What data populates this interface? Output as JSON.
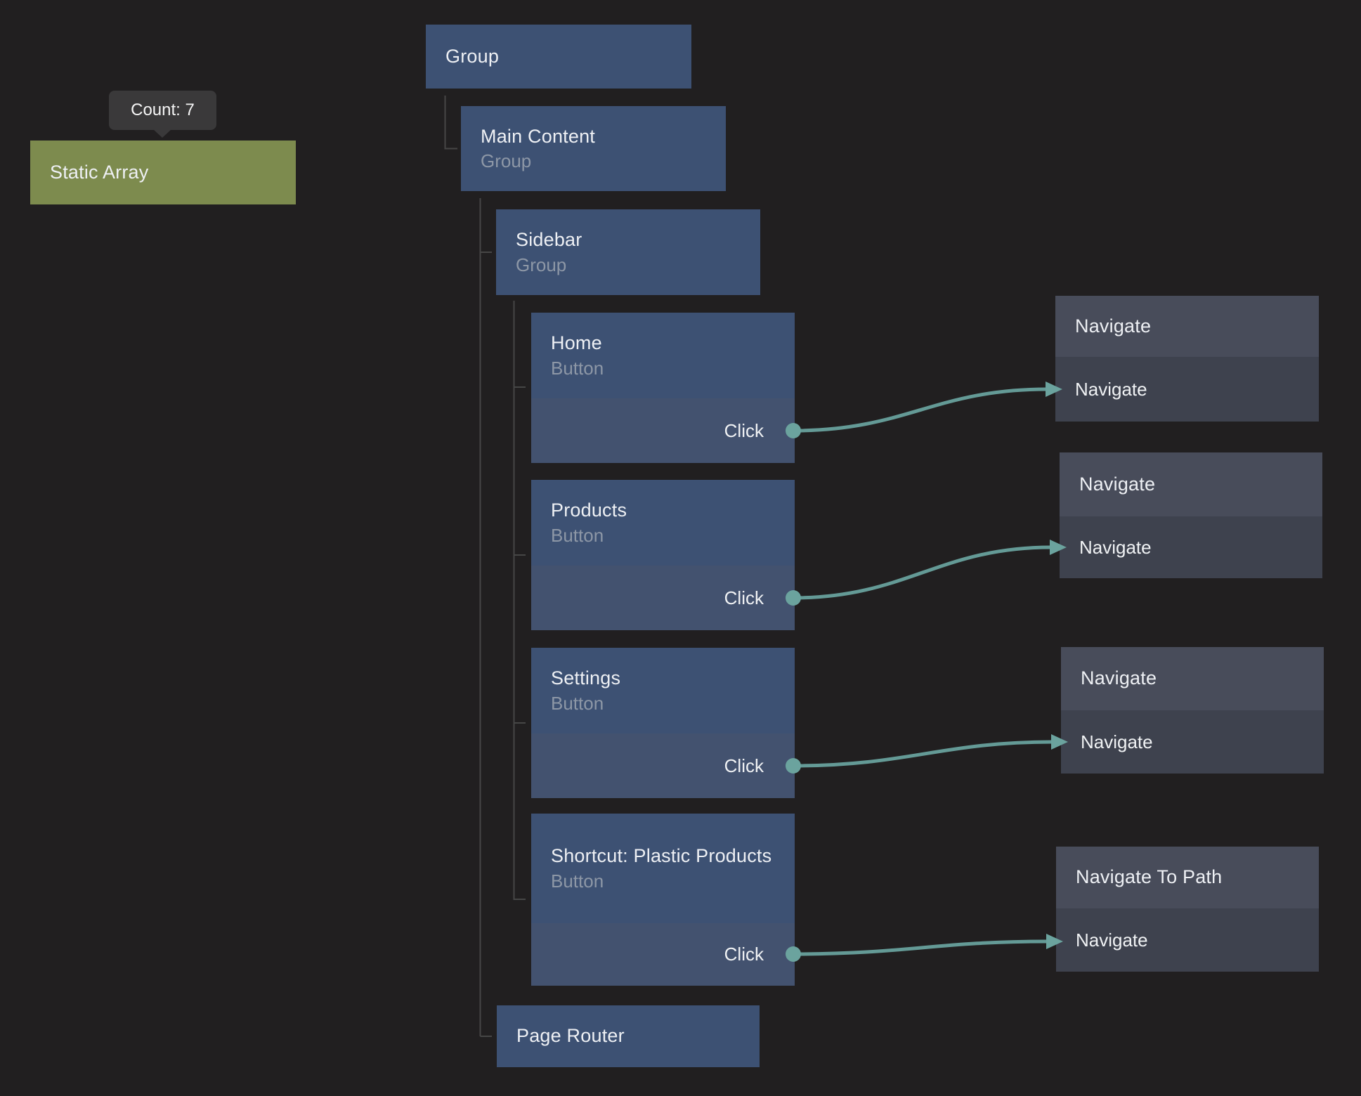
{
  "app": {
    "view": "component-tree-node-graph"
  },
  "tooltip": {
    "text": "Count: 7"
  },
  "nodes": {
    "static_array": {
      "title": "Static Array"
    },
    "group": {
      "title": "Group"
    },
    "main_content": {
      "title": "Main Content",
      "subtitle": "Group"
    },
    "sidebar": {
      "title": "Sidebar",
      "subtitle": "Group"
    },
    "home": {
      "title": "Home",
      "subtitle": "Button",
      "output_port": "Click"
    },
    "products": {
      "title": "Products",
      "subtitle": "Button",
      "output_port": "Click"
    },
    "settings": {
      "title": "Settings",
      "subtitle": "Button",
      "output_port": "Click"
    },
    "shortcut": {
      "title": "Shortcut: Plastic Products",
      "subtitle": "Button",
      "output_port": "Click"
    },
    "page_router": {
      "title": "Page Router"
    },
    "navigate_1": {
      "title": "Navigate",
      "input_port": "Navigate"
    },
    "navigate_2": {
      "title": "Navigate",
      "input_port": "Navigate"
    },
    "navigate_3": {
      "title": "Navigate",
      "input_port": "Navigate"
    },
    "navigate_to_path": {
      "title": "Navigate To Path",
      "input_port": "Navigate"
    }
  },
  "connections": [
    {
      "from": "Home.Click",
      "to": "Navigate.Navigate"
    },
    {
      "from": "Products.Click",
      "to": "Navigate.Navigate"
    },
    {
      "from": "Settings.Click",
      "to": "Navigate.Navigate"
    },
    {
      "from": "Shortcut: Plastic Products.Click",
      "to": "Navigate To Path.Navigate"
    }
  ],
  "colors": {
    "background": "#211f20",
    "component_node_header": "#3d5173",
    "component_node_port_row": "#43526f",
    "action_node_header": "#484c5a",
    "action_node_port_row": "#3e424e",
    "data_node_green": "#7d8b4e",
    "wire_teal": "#649a96",
    "tree_line_gray": "#464646",
    "tooltip_background": "#3a393a",
    "subtitle_gray": "#8d97a6"
  }
}
